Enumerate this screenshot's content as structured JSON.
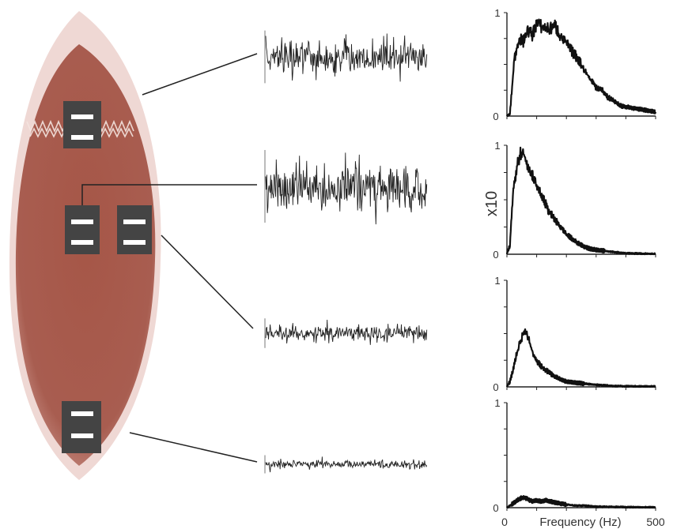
{
  "colors": {
    "muscle": "#a85a4c",
    "muscle_edge": "#d9a79c",
    "electrode_pad": "#444444",
    "electrode_bar": "#ffffff",
    "trace": "#222222",
    "spectrum": "#111111",
    "axis": "#222222",
    "zigzag": "#f4e4e0"
  },
  "icons": {
    "muscle": "muscle-belly",
    "electrode": "bipolar-electrode",
    "innervation_zone": "zigzag-band"
  },
  "annotation": {
    "scale_label": "x10"
  },
  "axis": {
    "y_max_label": "1",
    "y_min_label": "0",
    "x_min_label": "0",
    "x_max_label": "500",
    "x_title": "Frequency (Hz)"
  },
  "signals": [
    {
      "relative_amplitude": 0.7
    },
    {
      "relative_amplitude": 1.0
    },
    {
      "relative_amplitude": 0.35
    },
    {
      "relative_amplitude": 0.18
    }
  ],
  "chart_data": [
    {
      "type": "area",
      "xlim": [
        0,
        500
      ],
      "ylim": [
        0,
        1
      ],
      "x": [
        0,
        10,
        25,
        40,
        55,
        70,
        85,
        100,
        120,
        140,
        160,
        180,
        200,
        220,
        240,
        260,
        280,
        300,
        320,
        340,
        360,
        380,
        400,
        420,
        440,
        460,
        480,
        500
      ],
      "y": [
        0,
        0.02,
        0.55,
        0.75,
        0.72,
        0.84,
        0.78,
        0.9,
        0.86,
        0.84,
        0.88,
        0.78,
        0.7,
        0.62,
        0.55,
        0.45,
        0.36,
        0.28,
        0.25,
        0.18,
        0.15,
        0.1,
        0.09,
        0.08,
        0.07,
        0.06,
        0.05,
        0.04
      ]
    },
    {
      "type": "area",
      "xlim": [
        0,
        500
      ],
      "ylim": [
        0,
        1
      ],
      "x": [
        0,
        10,
        20,
        35,
        50,
        60,
        70,
        85,
        100,
        120,
        140,
        160,
        180,
        200,
        220,
        240,
        260,
        280,
        300,
        330,
        360,
        400,
        450,
        500
      ],
      "y": [
        0,
        0.08,
        0.55,
        0.85,
        0.95,
        0.9,
        0.82,
        0.72,
        0.62,
        0.52,
        0.4,
        0.32,
        0.25,
        0.18,
        0.14,
        0.1,
        0.07,
        0.05,
        0.04,
        0.03,
        0.02,
        0.01,
        0.005,
        0.003
      ]
    },
    {
      "type": "area",
      "xlim": [
        0,
        500
      ],
      "ylim": [
        0,
        1
      ],
      "x": [
        0,
        10,
        20,
        30,
        40,
        50,
        60,
        70,
        80,
        90,
        100,
        120,
        140,
        160,
        180,
        200,
        230,
        260,
        300,
        350,
        400,
        450,
        500
      ],
      "y": [
        0,
        0.05,
        0.15,
        0.28,
        0.38,
        0.46,
        0.52,
        0.48,
        0.38,
        0.3,
        0.24,
        0.18,
        0.14,
        0.1,
        0.07,
        0.05,
        0.04,
        0.03,
        0.02,
        0.01,
        0.005,
        0.004,
        0.003
      ]
    },
    {
      "type": "area",
      "xlim": [
        0,
        500
      ],
      "ylim": [
        0,
        1
      ],
      "x": [
        0,
        10,
        20,
        30,
        40,
        55,
        70,
        85,
        100,
        115,
        130,
        145,
        160,
        180,
        200,
        230,
        260,
        300,
        350,
        400,
        450,
        500
      ],
      "y": [
        0,
        0.02,
        0.04,
        0.06,
        0.08,
        0.1,
        0.08,
        0.06,
        0.07,
        0.06,
        0.07,
        0.06,
        0.05,
        0.04,
        0.03,
        0.02,
        0.02,
        0.01,
        0.008,
        0.005,
        0.004,
        0.003
      ]
    }
  ]
}
